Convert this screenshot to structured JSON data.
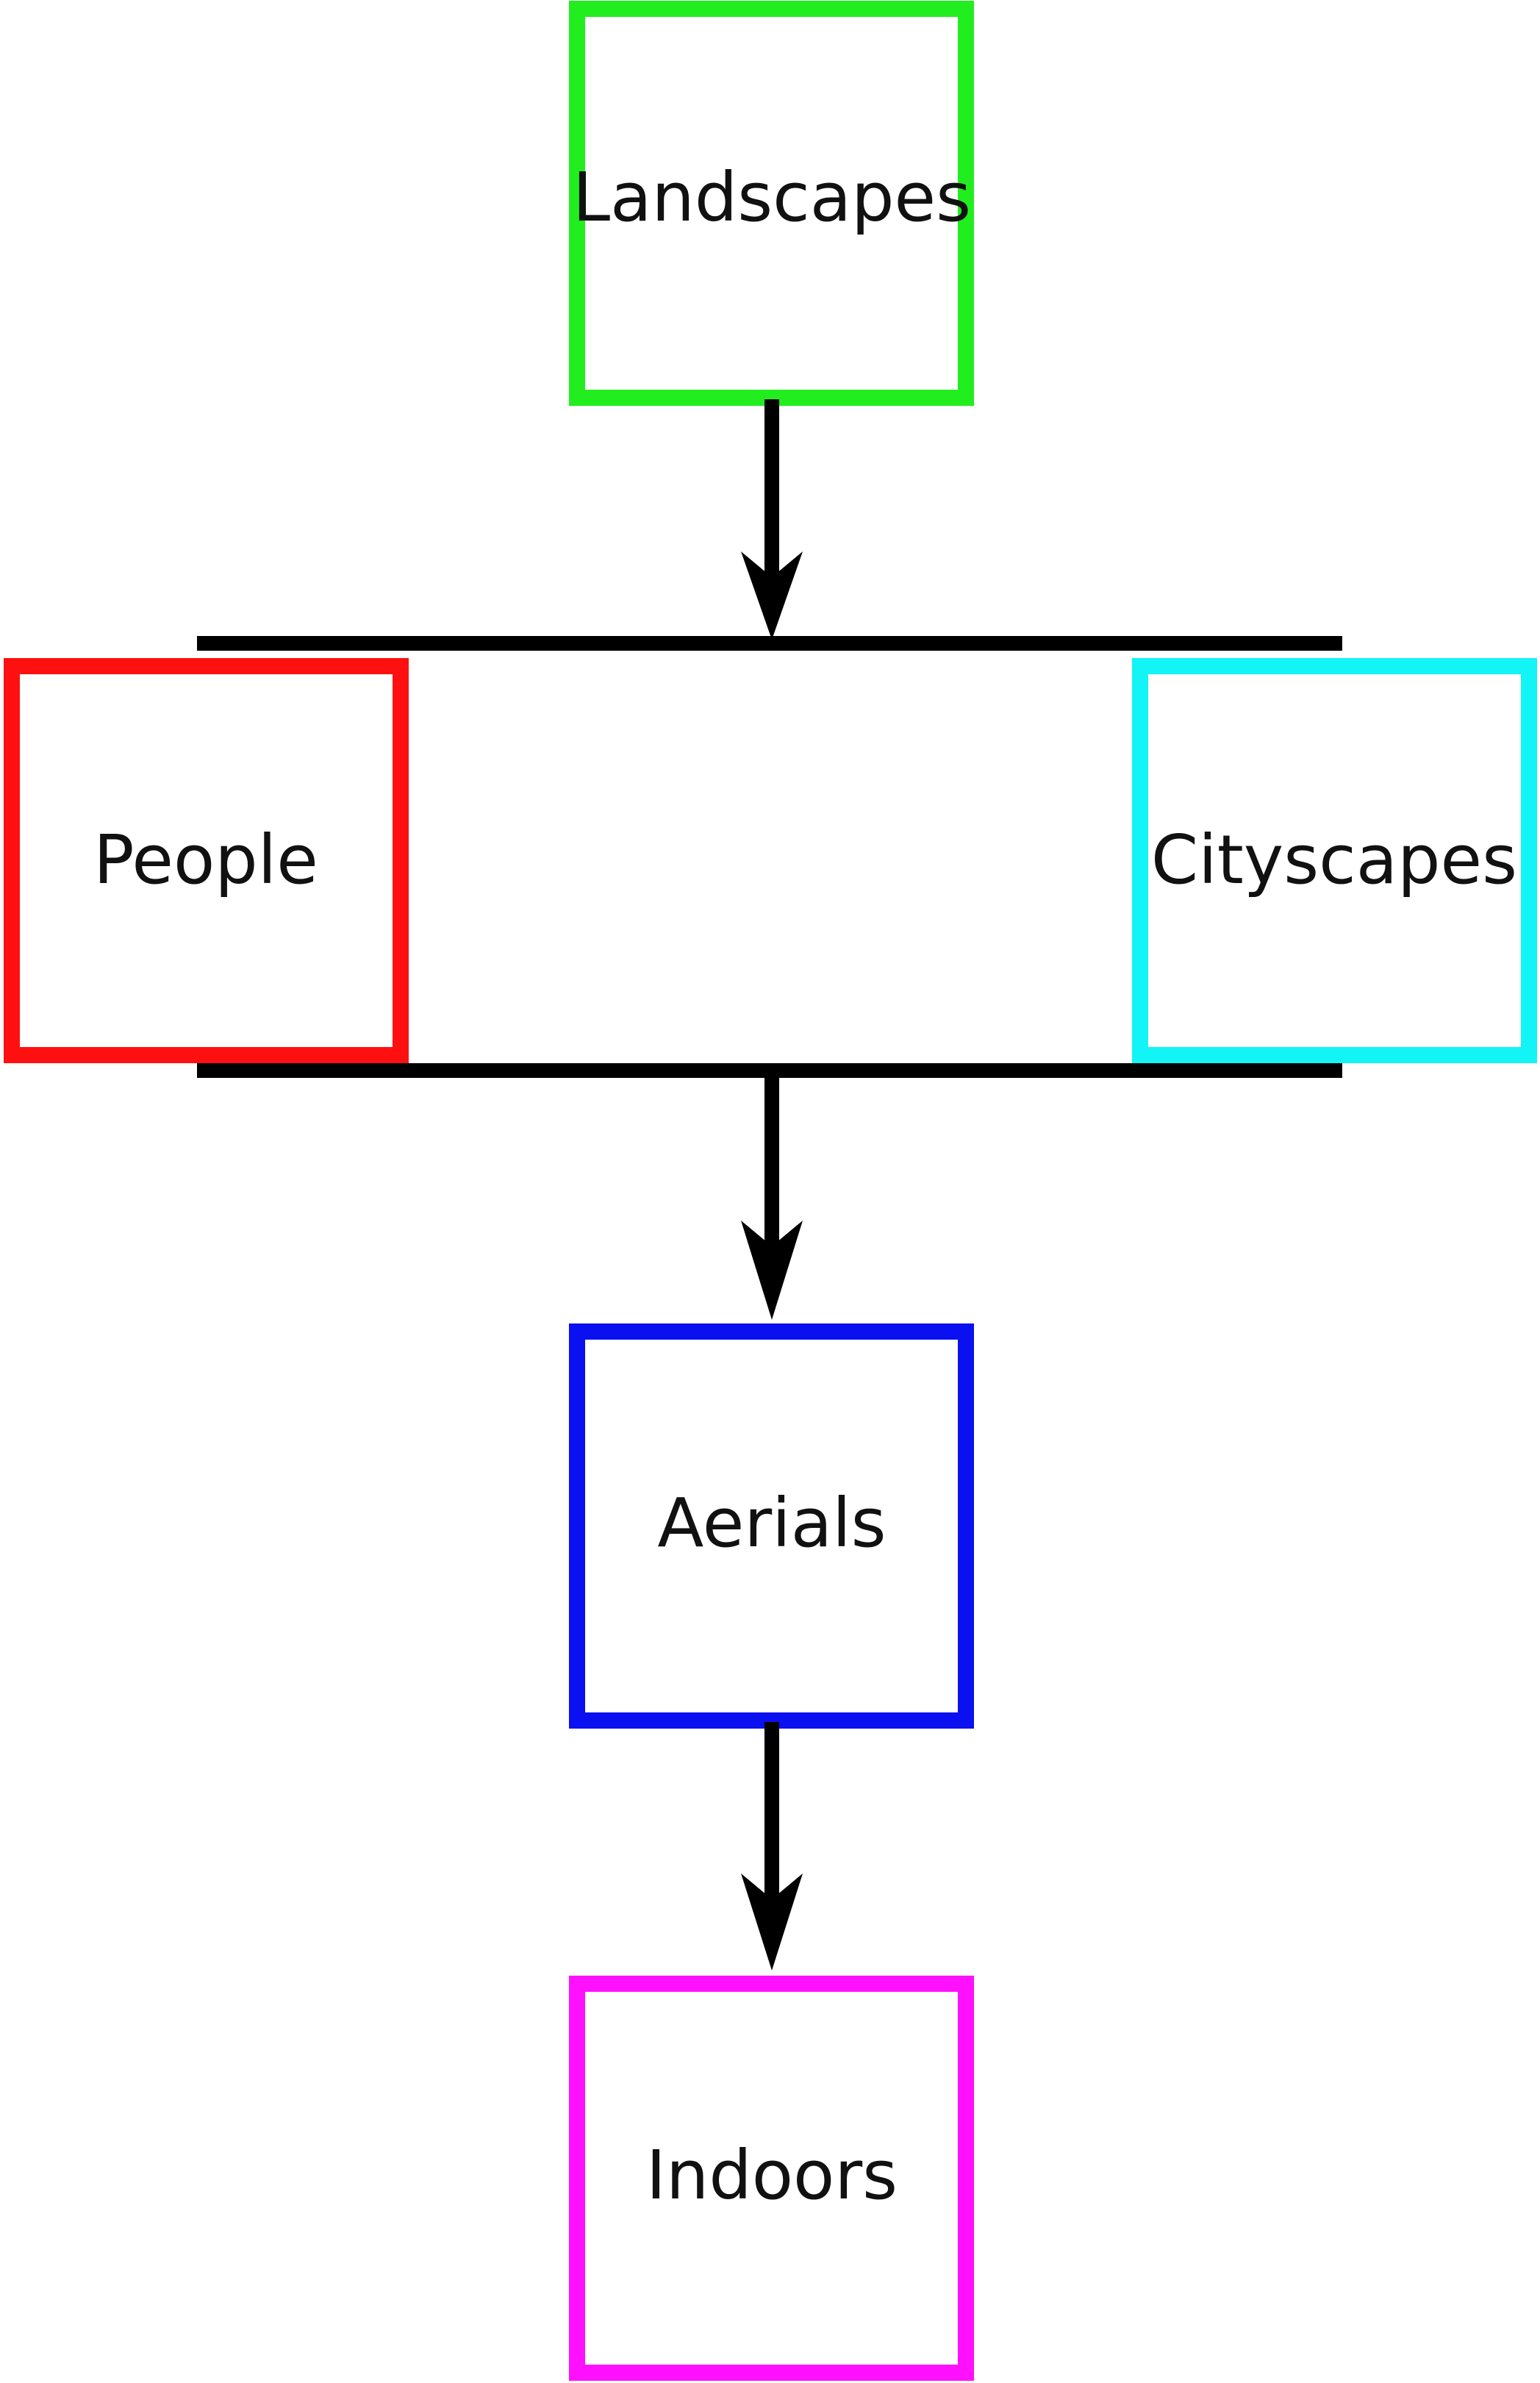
{
  "diagram": {
    "nodes": {
      "landscapes": {
        "label": "Landscapes",
        "color": "#22ee1f"
      },
      "people": {
        "label": "People",
        "color": "#ff1010"
      },
      "cityscapes": {
        "label": "Cityscapes",
        "color": "#13f4f6"
      },
      "aerials": {
        "label": "Aerials",
        "color": "#0a10f0"
      },
      "indoors": {
        "label": "Indoors",
        "color": "#ff10ff"
      }
    },
    "line_color": "#000000",
    "edges": [
      {
        "from": "landscapes",
        "to": "people-cityscapes-group"
      },
      {
        "from": "people-cityscapes-group",
        "to": "aerials"
      },
      {
        "from": "aerials",
        "to": "indoors"
      }
    ]
  }
}
